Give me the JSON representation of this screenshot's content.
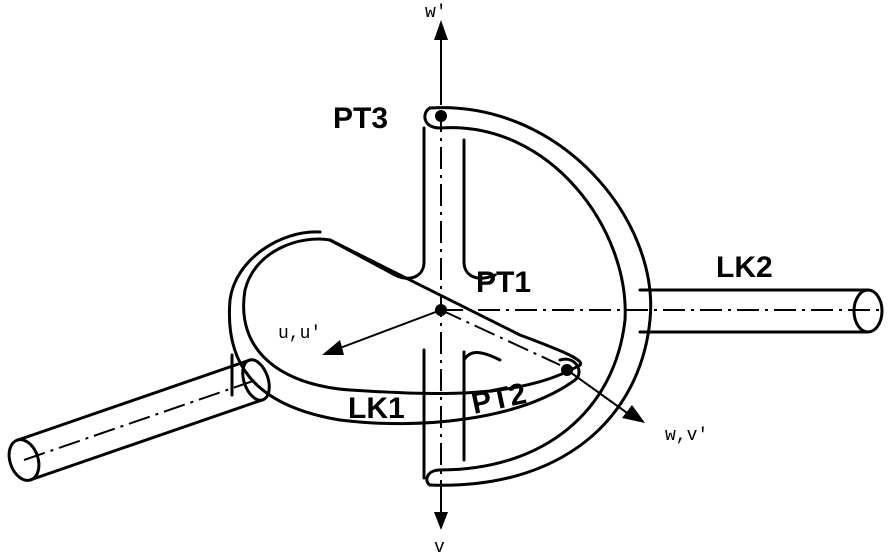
{
  "labels": {
    "pt1": "PT1",
    "pt2": "PT2",
    "pt3": "PT3",
    "lk1": "LK1",
    "lk2": "LK2"
  },
  "axes": {
    "w_prime": "w'",
    "v": "v",
    "u_u_prime": "u,u'",
    "w_v_prime": "w,v'"
  }
}
